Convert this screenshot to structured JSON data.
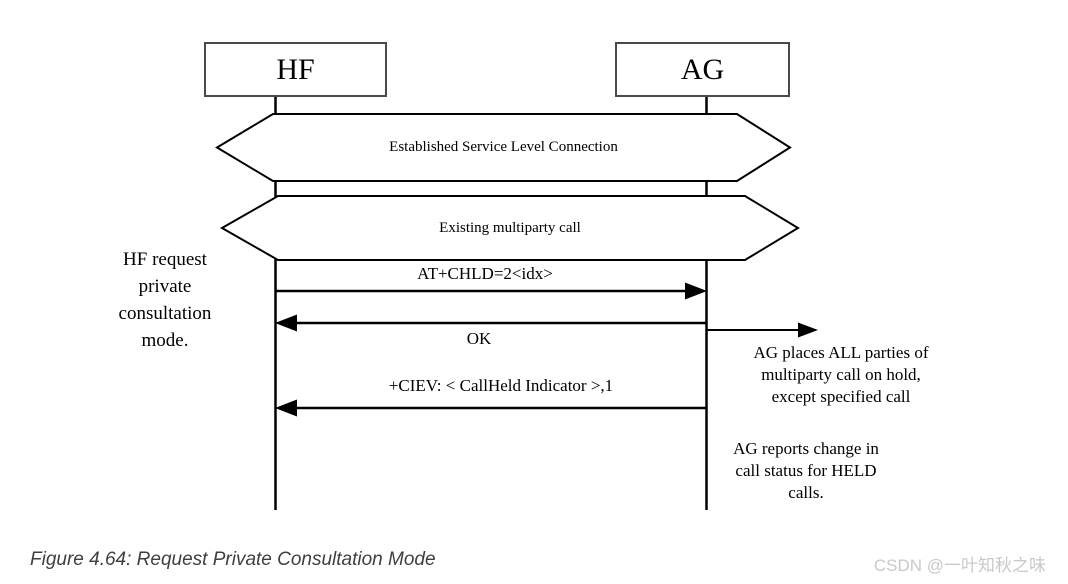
{
  "diagram": {
    "actors": {
      "hf": "HF",
      "ag": "AG"
    },
    "connection_states": {
      "slc": "Established Service Level Connection",
      "multiparty": "Existing multiparty call"
    },
    "messages": {
      "chld": {
        "label": "AT+CHLD=2<idx>",
        "from": "HF",
        "to": "AG"
      },
      "ok": {
        "label": "OK",
        "from": "AG",
        "to": "HF"
      },
      "ciev": {
        "label": "+CIEV: < CallHeld Indicator >,1",
        "from": "AG",
        "to": "HF"
      }
    },
    "notes": {
      "left": {
        "lines": [
          "HF request",
          "private",
          "consultation",
          "mode."
        ]
      },
      "right_hold": {
        "lines": [
          "AG places ALL parties of",
          "multiparty call on hold,",
          "except specified call"
        ]
      },
      "right_report": {
        "lines": [
          "AG reports change in",
          "call status for HELD",
          "calls."
        ]
      }
    }
  },
  "caption": "Figure 4.64: Request Private Consultation Mode",
  "watermark": "CSDN @一叶知秋之味",
  "colors": {
    "line": "#000000",
    "box_border": "#4a4a4a",
    "caption_text": "#3f3f3f",
    "watermark_text": "#c9c9c9",
    "background": "#ffffff"
  }
}
